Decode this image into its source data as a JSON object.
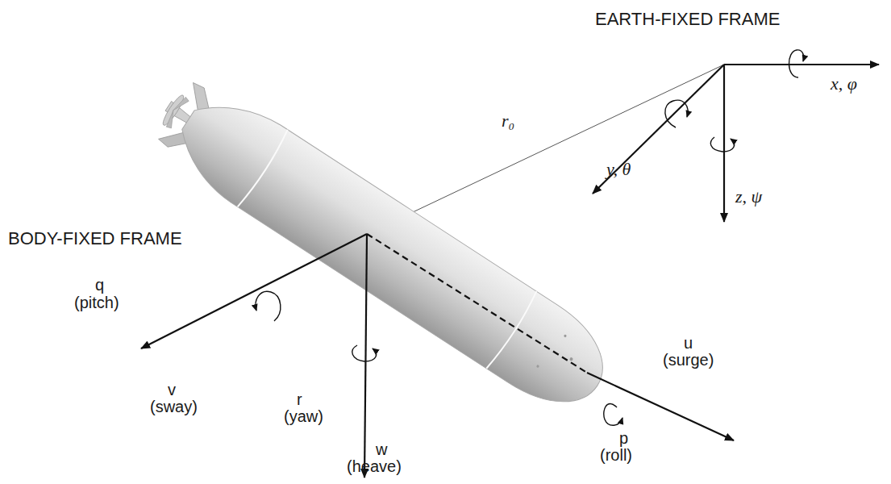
{
  "diagram": {
    "labels": [
      "EARTH-FIXED FRAME",
      "x, φ",
      "y, θ",
      "z, ψ",
      "r₀",
      "BODY-FIXED FRAME",
      "q",
      "(pitch)",
      "v",
      "(sway)",
      "r",
      "(yaw)",
      "w",
      "(heave)",
      "p",
      "(roll)",
      "u",
      "(surge)"
    ]
  }
}
